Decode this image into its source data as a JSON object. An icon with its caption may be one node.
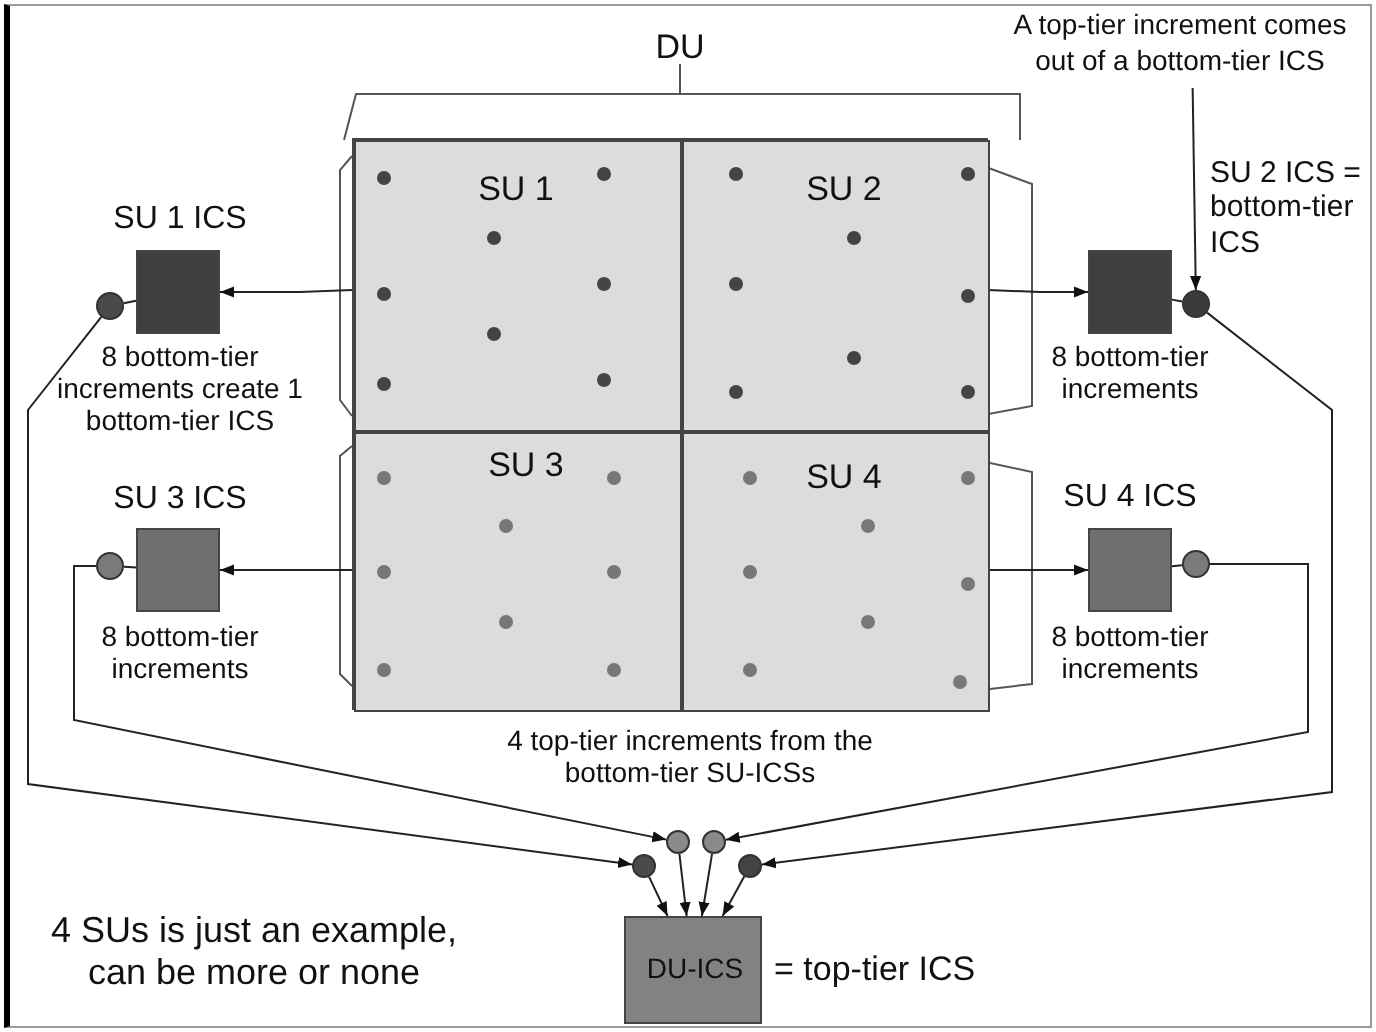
{
  "diagram": {
    "nodes": [
      {
        "text": [
          "DU"
        ]
      },
      {
        "text": [
          "SU 1"
        ],
        "in": 0
      },
      {
        "text": [
          "SU 2"
        ],
        "in": 0
      },
      {
        "text": [
          "SU 3"
        ],
        "in": 0
      },
      {
        "text": [
          "SU 4"
        ],
        "in": 0
      },
      {
        "text": [
          "SU 1 ICS"
        ],
        "beside": [
          "8 bottom-tier increments create 1 bottom-tier ICS"
        ]
      },
      {
        "text": [
          "SU 2 ICS = bottom-tier ICS"
        ],
        "beside": [
          "8 bottom-tier increments"
        ]
      },
      {
        "text": [
          "SU 3 ICS"
        ],
        "beside": [
          "8 bottom-tier increments"
        ]
      },
      {
        "text": [
          "SU 4 ICS"
        ],
        "beside": [
          "8 bottom-tier increments"
        ]
      },
      {
        "text": [],
        "shape": "circle"
      },
      {
        "text": [],
        "shape": "circle"
      },
      {
        "text": [],
        "shape": "circle"
      },
      {
        "text": [],
        "shape": "circle"
      },
      {
        "text": [
          "DU-ICS"
        ],
        "beside": [
          "= top-tier ICS"
        ]
      },
      {
        "text": [],
        "shape": "circle"
      },
      {
        "text": [],
        "shape": "circle"
      },
      {
        "text": [],
        "shape": "circle"
      },
      {
        "text": [],
        "shape": "circle"
      },
      {
        "text": [
          "A top-tier increment comes out of a bottom-tier ICS"
        ]
      }
    ],
    "edges": [
      {
        "from": 1,
        "to": 5,
        "arrow": "to"
      },
      {
        "from": 2,
        "to": 6,
        "arrow": "to"
      },
      {
        "from": 3,
        "to": 7,
        "arrow": "to"
      },
      {
        "from": 4,
        "to": 8,
        "arrow": "to"
      },
      {
        "from": 5,
        "to": 9,
        "arrow": "none"
      },
      {
        "from": 6,
        "to": 10,
        "arrow": "none"
      },
      {
        "from": 7,
        "to": 11,
        "arrow": "none"
      },
      {
        "from": 8,
        "to": 12,
        "arrow": "none"
      },
      {
        "from": 9,
        "to": 14,
        "arrow": "to"
      },
      {
        "from": 10,
        "to": 17,
        "arrow": "to"
      },
      {
        "from": 11,
        "to": 15,
        "arrow": "to"
      },
      {
        "from": 12,
        "to": 16,
        "arrow": "to"
      },
      {
        "from": 14,
        "to": 13,
        "arrow": "to"
      },
      {
        "from": 15,
        "to": 13,
        "arrow": "to"
      },
      {
        "from": 16,
        "to": 13,
        "arrow": "to"
      },
      {
        "from": 17,
        "to": 13,
        "arrow": "to"
      },
      {
        "from": 18,
        "to": 10,
        "arrow": "to"
      }
    ],
    "labels": [
      "4 top-tier increments from the bottom-tier SU-ICSs",
      "4 SUs is just an example, can be more or none"
    ]
  }
}
